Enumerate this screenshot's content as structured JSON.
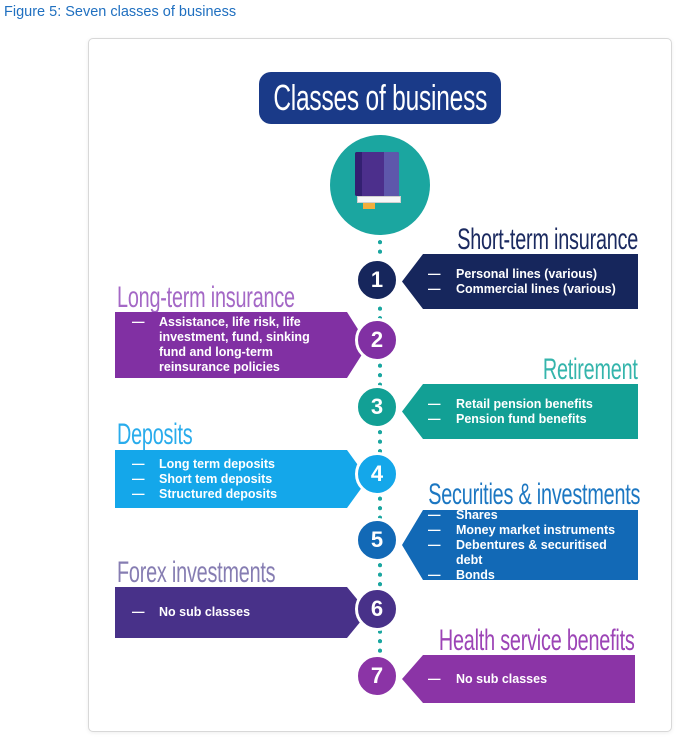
{
  "caption": "Figure 5: Seven classes of business",
  "title": "Classes of business",
  "bullet": "—",
  "colors": {
    "caption_blue": "#2070C0",
    "title_navy": "#1A3A88",
    "timeline_teal": "#1BA6A0",
    "book_cover": "#4C2F8C",
    "book_bookmark": "#F2AE3C"
  },
  "sections": [
    {
      "num": "1",
      "name": "Short-term insurance",
      "side": "right",
      "color": "#16265C",
      "heading_color": "#1B2A60",
      "items": [
        "Personal lines (various)",
        "Commercial lines (various)"
      ]
    },
    {
      "num": "2",
      "name": "Long-term insurance",
      "side": "left",
      "color": "#8130A3",
      "heading_color": "#A468C6",
      "items": [
        "Assistance, life risk, life\ninvestment, fund, sinking\nfund and long-term\nreinsurance policies"
      ]
    },
    {
      "num": "3",
      "name": "Retirement",
      "side": "right",
      "color": "#12A095",
      "heading_color": "#35B5AC",
      "items": [
        "Retail pension benefits",
        "Pension fund benefits"
      ]
    },
    {
      "num": "4",
      "name": "Deposits",
      "side": "left",
      "color": "#14A7EA",
      "heading_color": "#29ACEC",
      "items": [
        "Long term deposits",
        "Short tem deposits",
        "Structured deposits"
      ]
    },
    {
      "num": "5",
      "name": "Securities & investments",
      "side": "right",
      "color": "#1269B6",
      "heading_color": "#1C77C2",
      "items": [
        "Shares",
        "Money market instruments",
        "Debentures & securitised debt",
        "Bonds"
      ]
    },
    {
      "num": "6",
      "name": "Forex investments",
      "side": "left",
      "color": "#483189",
      "heading_color": "#867DB2",
      "items": [
        "No sub classes"
      ]
    },
    {
      "num": "7",
      "name": "Health service benefits",
      "side": "right",
      "color": "#8B34A6",
      "heading_color": "#9C44B6",
      "items": [
        "No sub classes"
      ]
    }
  ]
}
